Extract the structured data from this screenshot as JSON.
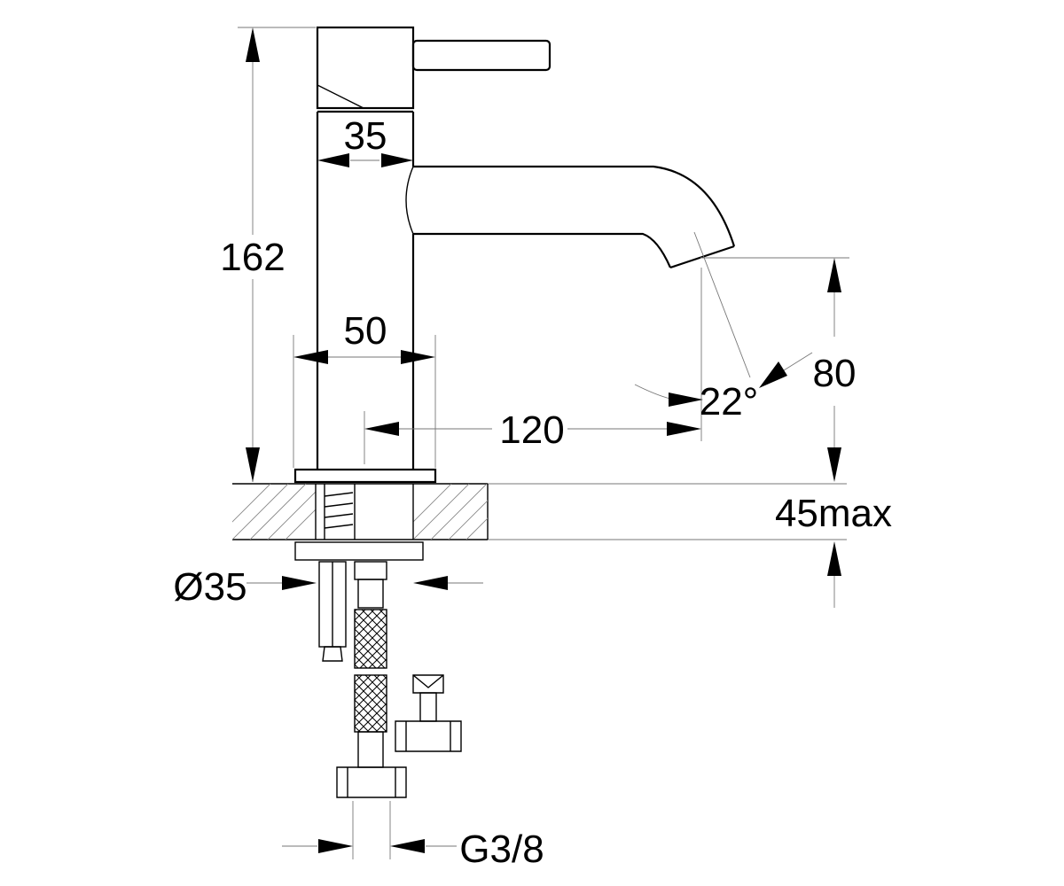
{
  "dimensions": {
    "height_total": "162",
    "body_width": "35",
    "base_width": "50",
    "spout_reach": "120",
    "spout_angle": "22°",
    "spout_clearance": "80",
    "deck_thickness": "45max",
    "shank_diameter": "Ø35",
    "connection_thread": "G3/8"
  }
}
